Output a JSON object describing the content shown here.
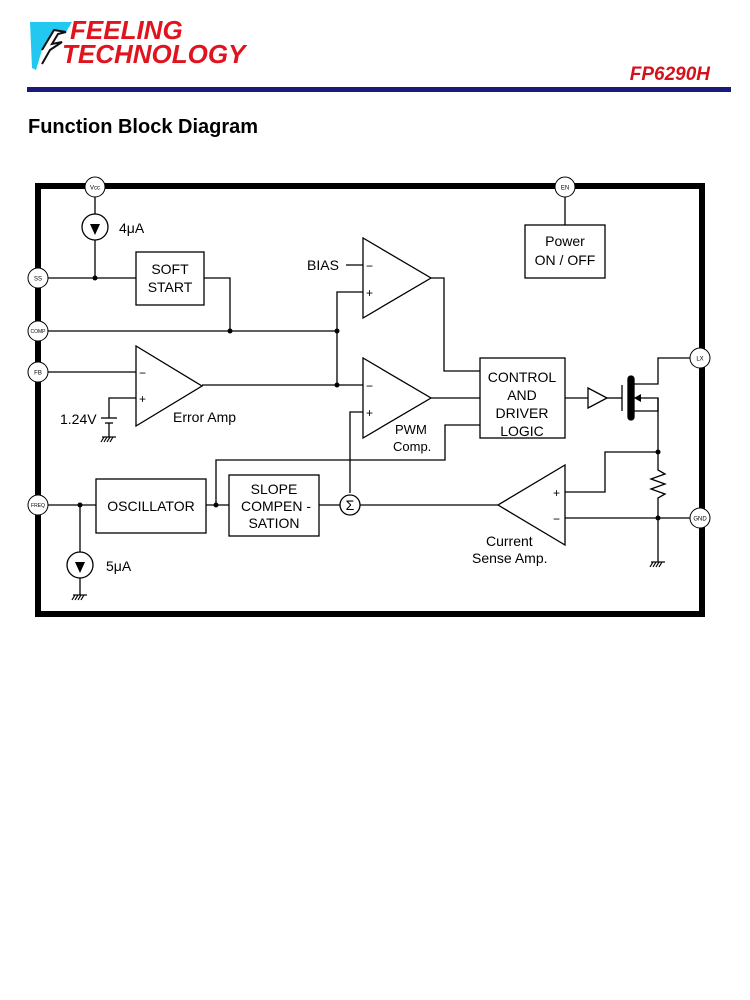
{
  "header": {
    "brand_line1": "FEELING",
    "brand_line2": "TECHNOLOGY",
    "part_number": "FP6290H",
    "brand_color": "#e0141e",
    "rule_color": "#1a1a7a",
    "logo_color": "#22c8f0"
  },
  "section_title": "Function Block Diagram",
  "diagram": {
    "pins": {
      "vcc": "Vcc",
      "en": "EN",
      "ss": "SS",
      "comp": "COMP",
      "fb": "FB",
      "lx": "LX",
      "freq": "FREQ",
      "gnd": "GND"
    },
    "blocks": {
      "soft_start": [
        "SOFT",
        "START"
      ],
      "power": [
        "Power",
        "ON / OFF"
      ],
      "control": [
        "CONTROL",
        "AND",
        "DRIVER",
        "LOGIC"
      ],
      "oscillator": "OSCILLATOR",
      "slope": [
        "SLOPE",
        "COMPEN -",
        "SATION"
      ]
    },
    "labels": {
      "current_source_top": "4μA",
      "current_source_bottom": "5μA",
      "bias": "BIAS",
      "ref_voltage": "1.24V",
      "error_amp": "Error Amp",
      "pwm_comp": [
        "PWM",
        "Comp."
      ],
      "current_sense": [
        "Current",
        "Sense Amp."
      ],
      "minus": "−",
      "plus": "+",
      "sigma": "Σ"
    }
  }
}
